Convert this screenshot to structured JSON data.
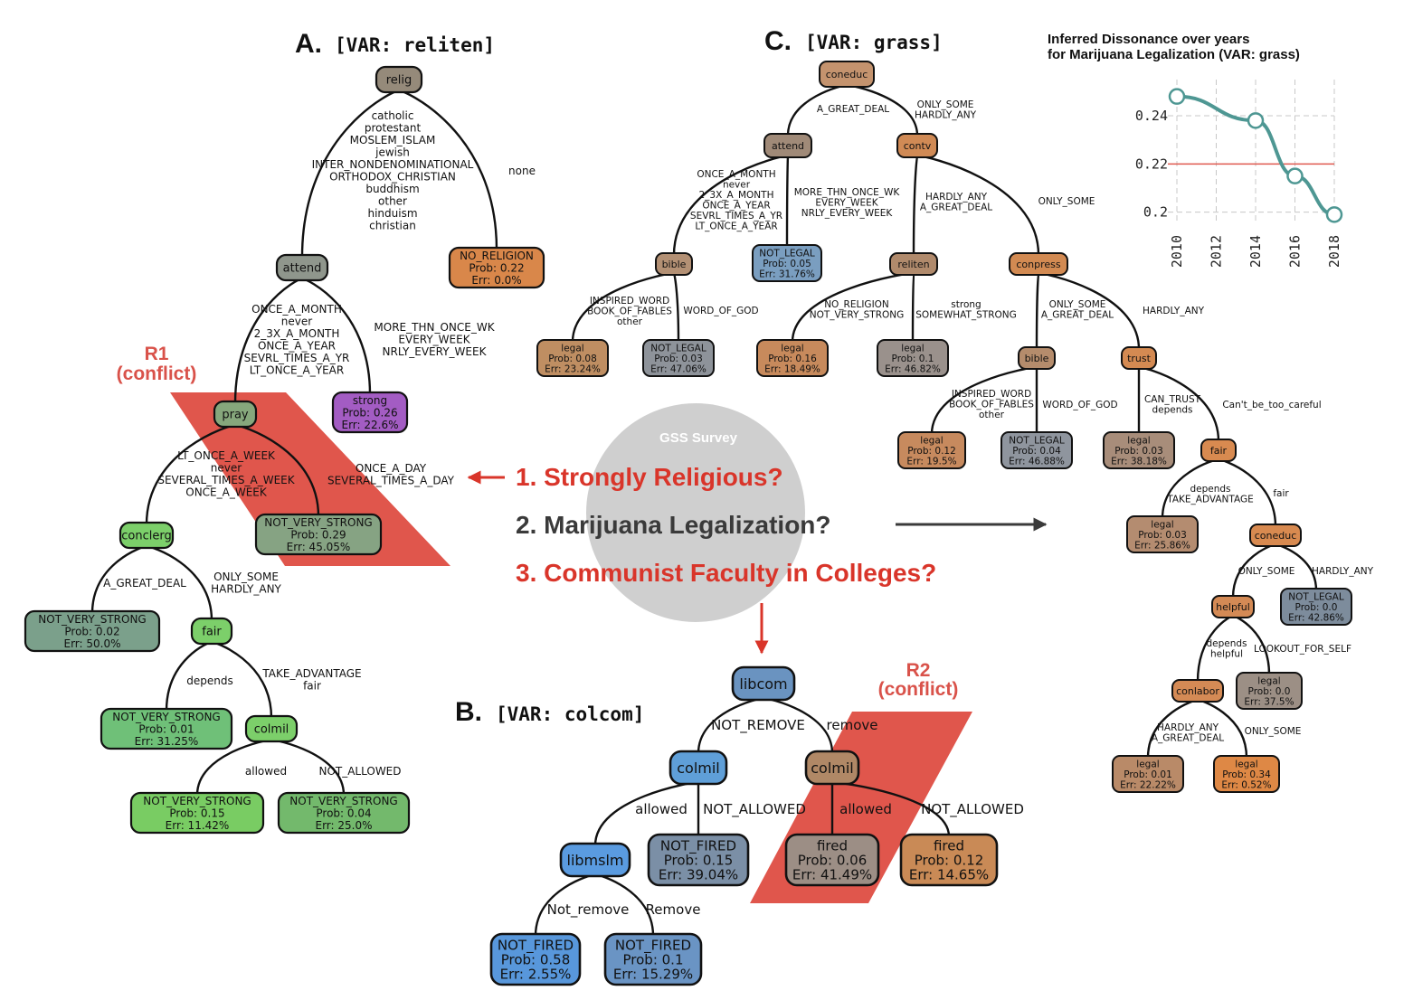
{
  "panels": {
    "A": {
      "letter": "A.",
      "var": "[VAR: reliten]"
    },
    "B": {
      "letter": "B.",
      "var": "[VAR: colcom]"
    },
    "C": {
      "letter": "C.",
      "var": "[VAR: grass]"
    }
  },
  "center": {
    "label": "GSS Survey",
    "questions": [
      {
        "text": "1. Strongly Religious?",
        "color": "#d9352a"
      },
      {
        "text": "2. Marijuana Legalization?",
        "color": "#3a3a3a"
      },
      {
        "text": "3. Communist Faculty in Colleges?",
        "color": "#d9352a"
      }
    ]
  },
  "conflicts": {
    "R1": {
      "title": "R1",
      "sub": "(conflict)"
    },
    "R2": {
      "title": "R2",
      "sub": "(conflict)"
    }
  },
  "colors": {
    "conflict_fill": "#e0564c",
    "arrow_red": "#d9352a",
    "arrow_dark": "#3a3a3a",
    "center_circle": "#cfcfcf",
    "chart_line": "#4e9793",
    "chart_ref": "#e05a50"
  },
  "treeA": {
    "nodes": [
      {
        "id": "a_relig",
        "lines": [
          "relig"
        ],
        "fill": "#958a7a"
      },
      {
        "id": "a_attend",
        "lines": [
          "attend"
        ],
        "fill": "#8f968c"
      },
      {
        "id": "a_norel",
        "lines": [
          "NO_RELIGION",
          "Prob: 0.22",
          "Err: 0.0%"
        ],
        "fill": "#d9874a"
      },
      {
        "id": "a_pray",
        "lines": [
          "pray"
        ],
        "fill": "#86a77c"
      },
      {
        "id": "a_strong",
        "lines": [
          "strong",
          "Prob: 0.26",
          "Err: 22.6%"
        ],
        "fill": "#a35cc3"
      },
      {
        "id": "a_nvs1",
        "lines": [
          "NOT_VERY_STRONG",
          "Prob: 0.29",
          "Err: 45.05%"
        ],
        "fill": "#86a383"
      },
      {
        "id": "a_conclerg",
        "lines": [
          "conclerg"
        ],
        "fill": "#7ccf6a"
      },
      {
        "id": "a_nvs2",
        "lines": [
          "NOT_VERY_STRONG",
          "Prob: 0.02",
          "Err: 50.0%"
        ],
        "fill": "#7ba08b"
      },
      {
        "id": "a_fair",
        "lines": [
          "fair"
        ],
        "fill": "#7ccf6a"
      },
      {
        "id": "a_nvs3",
        "lines": [
          "NOT_VERY_STRONG",
          "Prob: 0.01",
          "Err: 31.25%"
        ],
        "fill": "#6fc078"
      },
      {
        "id": "a_colmil",
        "lines": [
          "colmil"
        ],
        "fill": "#7ccf6a"
      },
      {
        "id": "a_nvs4",
        "lines": [
          "NOT_VERY_STRONG",
          "Prob: 0.15",
          "Err: 11.42%"
        ],
        "fill": "#79cc63"
      },
      {
        "id": "a_nvs5",
        "lines": [
          "NOT_VERY_STRONG",
          "Prob: 0.04",
          "Err: 25.0%"
        ],
        "fill": "#73b96c"
      }
    ],
    "edges": [
      {
        "id": "a_e1",
        "lines": [
          "catholic",
          "protestant",
          "MOSLEM_ISLAM",
          "jewish",
          "INTER_NONDENOMINATIONAL",
          "ORTHODOX_CHRISTIAN",
          "buddhism",
          "other",
          "hinduism",
          "christian"
        ]
      },
      {
        "id": "a_e2",
        "lines": [
          "none"
        ]
      },
      {
        "id": "a_e3",
        "lines": [
          "ONCE_A_MONTH",
          "never",
          "2_3X_A_MONTH",
          "ONCE_A_YEAR",
          "SEVRL_TIMES_A_YR",
          "LT_ONCE_A_YEAR"
        ]
      },
      {
        "id": "a_e4",
        "lines": [
          "MORE_THN_ONCE_WK",
          "EVERY_WEEK",
          "NRLY_EVERY_WEEK"
        ]
      },
      {
        "id": "a_e5",
        "lines": [
          "LT_ONCE_A_WEEK",
          "never",
          "SEVERAL_TIMES_A_WEEK",
          "ONCE_A_WEEK"
        ]
      },
      {
        "id": "a_e6",
        "lines": [
          "ONCE_A_DAY",
          "SEVERAL_TIMES_A_DAY"
        ]
      },
      {
        "id": "a_e7",
        "lines": [
          "A_GREAT_DEAL"
        ]
      },
      {
        "id": "a_e8",
        "lines": [
          "ONLY_SOME",
          "HARDLY_ANY"
        ]
      },
      {
        "id": "a_e9",
        "lines": [
          "depends"
        ]
      },
      {
        "id": "a_e10",
        "lines": [
          "TAKE_ADVANTAGE",
          "fair"
        ]
      },
      {
        "id": "a_e11",
        "lines": [
          "allowed"
        ]
      },
      {
        "id": "a_e12",
        "lines": [
          "NOT_ALLOWED"
        ]
      }
    ]
  },
  "treeB": {
    "nodes": [
      {
        "id": "b_libcom",
        "lines": [
          "libcom"
        ],
        "fill": "#6a93c0"
      },
      {
        "id": "b_colmil1",
        "lines": [
          "colmil"
        ],
        "fill": "#5f9fd8"
      },
      {
        "id": "b_colmil2",
        "lines": [
          "colmil"
        ],
        "fill": "#b08866"
      },
      {
        "id": "b_libmslm",
        "lines": [
          "libmslm"
        ],
        "fill": "#5a9be0"
      },
      {
        "id": "b_nf1",
        "lines": [
          "NOT_FIRED",
          "Prob: 0.15",
          "Err: 39.04%"
        ],
        "fill": "#7b8fa6"
      },
      {
        "id": "b_fired1",
        "lines": [
          "fired",
          "Prob: 0.06",
          "Err: 41.49%"
        ],
        "fill": "#9c8e85"
      },
      {
        "id": "b_fired2",
        "lines": [
          "fired",
          "Prob: 0.12",
          "Err: 14.65%"
        ],
        "fill": "#c98a56"
      },
      {
        "id": "b_nf2",
        "lines": [
          "NOT_FIRED",
          "Prob: 0.58",
          "Err: 2.55%"
        ],
        "fill": "#5897db"
      },
      {
        "id": "b_nf3",
        "lines": [
          "NOT_FIRED",
          "Prob: 0.1",
          "Err: 15.29%"
        ],
        "fill": "#6a94c4"
      }
    ],
    "edges": [
      {
        "id": "b_e1",
        "lines": [
          "NOT_REMOVE"
        ]
      },
      {
        "id": "b_e2",
        "lines": [
          "remove"
        ]
      },
      {
        "id": "b_e3",
        "lines": [
          "allowed"
        ]
      },
      {
        "id": "b_e4",
        "lines": [
          "NOT_ALLOWED"
        ]
      },
      {
        "id": "b_e5",
        "lines": [
          "allowed"
        ]
      },
      {
        "id": "b_e6",
        "lines": [
          "NOT_ALLOWED"
        ]
      },
      {
        "id": "b_e7",
        "lines": [
          "Not_remove"
        ]
      },
      {
        "id": "b_e8",
        "lines": [
          "Remove"
        ]
      }
    ]
  },
  "treeC": {
    "nodes": [
      {
        "id": "c_coneduc",
        "lines": [
          "coneduc"
        ],
        "fill": "#c4936e"
      },
      {
        "id": "c_attend",
        "lines": [
          "attend"
        ],
        "fill": "#a08a78"
      },
      {
        "id": "c_contv",
        "lines": [
          "contv"
        ],
        "fill": "#d08a55"
      },
      {
        "id": "c_bible1",
        "lines": [
          "bible"
        ],
        "fill": "#b39074"
      },
      {
        "id": "c_notlegal1",
        "lines": [
          "NOT_LEGAL",
          "Prob: 0.05",
          "Err: 31.76%"
        ],
        "fill": "#7a9ec0"
      },
      {
        "id": "c_reliten",
        "lines": [
          "reliten"
        ],
        "fill": "#b08a6c"
      },
      {
        "id": "c_conpress",
        "lines": [
          "conpress"
        ],
        "fill": "#d28a52"
      },
      {
        "id": "c_legal1",
        "lines": [
          "legal",
          "Prob: 0.08",
          "Err: 23.24%"
        ],
        "fill": "#bf8e62"
      },
      {
        "id": "c_notlegal2",
        "lines": [
          "NOT_LEGAL",
          "Prob: 0.03",
          "Err: 47.06%"
        ],
        "fill": "#8e939a"
      },
      {
        "id": "c_legal2",
        "lines": [
          "legal",
          "Prob: 0.16",
          "Err: 18.49%"
        ],
        "fill": "#c78a5c"
      },
      {
        "id": "c_legal3",
        "lines": [
          "legal",
          "Prob: 0.1",
          "Err: 46.82%"
        ],
        "fill": "#9a918c"
      },
      {
        "id": "c_bible2",
        "lines": [
          "bible"
        ],
        "fill": "#b58c6c"
      },
      {
        "id": "c_trust",
        "lines": [
          "trust"
        ],
        "fill": "#d48a52"
      },
      {
        "id": "c_legal4",
        "lines": [
          "legal",
          "Prob: 0.12",
          "Err: 19.5%"
        ],
        "fill": "#c78a5e"
      },
      {
        "id": "c_notlegal3",
        "lines": [
          "NOT_LEGAL",
          "Prob: 0.04",
          "Err: 46.88%"
        ],
        "fill": "#8f959e"
      },
      {
        "id": "c_legal5",
        "lines": [
          "legal",
          "Prob: 0.03",
          "Err: 38.18%"
        ],
        "fill": "#a88d7a"
      },
      {
        "id": "c_fair",
        "lines": [
          "fair"
        ],
        "fill": "#d88a50"
      },
      {
        "id": "c_legal6",
        "lines": [
          "legal",
          "Prob: 0.03",
          "Err: 25.86%"
        ],
        "fill": "#b48c70"
      },
      {
        "id": "c_coneduc2",
        "lines": [
          "coneduc"
        ],
        "fill": "#d88a50"
      },
      {
        "id": "c_helpful",
        "lines": [
          "helpful"
        ],
        "fill": "#d48a55"
      },
      {
        "id": "c_notlegal4",
        "lines": [
          "NOT_LEGAL",
          "Prob: 0.0",
          "Err: 42.86%"
        ],
        "fill": "#7d8c9c"
      },
      {
        "id": "c_conlabor",
        "lines": [
          "conlabor"
        ],
        "fill": "#d48a55"
      },
      {
        "id": "c_legal7",
        "lines": [
          "legal",
          "Prob: 0.0",
          "Err: 37.5%"
        ],
        "fill": "#9c8f85"
      },
      {
        "id": "c_legal8",
        "lines": [
          "legal",
          "Prob: 0.01",
          "Err: 22.22%"
        ],
        "fill": "#b98a68"
      },
      {
        "id": "c_legal9",
        "lines": [
          "legal",
          "Prob: 0.34",
          "Err: 0.52%"
        ],
        "fill": "#de8845"
      }
    ],
    "edges": [
      {
        "id": "c_e1",
        "lines": [
          "A_GREAT_DEAL"
        ]
      },
      {
        "id": "c_e2",
        "lines": [
          "ONLY_SOME",
          "HARDLY_ANY"
        ]
      },
      {
        "id": "c_e3",
        "lines": [
          "ONCE_A_MONTH",
          "never",
          "2_3X_A_MONTH",
          "ONCE_A_YEAR",
          "SEVRL_TIMES_A_YR",
          "LT_ONCE_A_YEAR"
        ]
      },
      {
        "id": "c_e4",
        "lines": [
          "MORE_THN_ONCE_WK",
          "EVERY_WEEK",
          "NRLY_EVERY_WEEK"
        ]
      },
      {
        "id": "c_e5",
        "lines": [
          "HARDLY_ANY",
          "A_GREAT_DEAL"
        ]
      },
      {
        "id": "c_e6",
        "lines": [
          "ONLY_SOME"
        ]
      },
      {
        "id": "c_e7",
        "lines": [
          "INSPIRED_WORD",
          "BOOK_OF_FABLES",
          "other"
        ]
      },
      {
        "id": "c_e8",
        "lines": [
          "WORD_OF_GOD"
        ]
      },
      {
        "id": "c_e9",
        "lines": [
          "NO_RELIGION",
          "NOT_VERY_STRONG"
        ]
      },
      {
        "id": "c_e10",
        "lines": [
          "strong",
          "SOMEWHAT_STRONG"
        ]
      },
      {
        "id": "c_e11",
        "lines": [
          "ONLY_SOME",
          "A_GREAT_DEAL"
        ]
      },
      {
        "id": "c_e12",
        "lines": [
          "HARDLY_ANY"
        ]
      },
      {
        "id": "c_e13",
        "lines": [
          "INSPIRED_WORD",
          "BOOK_OF_FABLES",
          "other"
        ]
      },
      {
        "id": "c_e14",
        "lines": [
          "WORD_OF_GOD"
        ]
      },
      {
        "id": "c_e15",
        "lines": [
          "CAN_TRUST",
          "depends"
        ]
      },
      {
        "id": "c_e16",
        "lines": [
          "Can't_be_too_careful"
        ]
      },
      {
        "id": "c_e17",
        "lines": [
          "depends",
          "TAKE_ADVANTAGE"
        ]
      },
      {
        "id": "c_e18",
        "lines": [
          "fair"
        ]
      },
      {
        "id": "c_e19",
        "lines": [
          "ONLY_SOME"
        ]
      },
      {
        "id": "c_e20",
        "lines": [
          "HARDLY_ANY"
        ]
      },
      {
        "id": "c_e21",
        "lines": [
          "depends",
          "helpful"
        ]
      },
      {
        "id": "c_e22",
        "lines": [
          "LOOKOUT_FOR_SELF"
        ]
      },
      {
        "id": "c_e23",
        "lines": [
          "HARDLY_ANY",
          "A_GREAT_DEAL"
        ]
      },
      {
        "id": "c_e24",
        "lines": [
          "ONLY_SOME"
        ]
      }
    ]
  },
  "chart_data": {
    "type": "line",
    "title": "Inferred Dissonance over years",
    "subtitle": "for Marijuana Legalization (VAR: grass)",
    "x": [
      2010,
      2014,
      2016,
      2018
    ],
    "series": [
      {
        "values": [
          0.248,
          0.238,
          0.215,
          0.199
        ]
      }
    ],
    "reference_line": 0.22,
    "xticks": [
      "2010",
      "2012",
      "2014",
      "2016",
      "2018"
    ],
    "yticks": [
      "0.2",
      "0.22",
      "0.24"
    ],
    "xlim": [
      2010,
      2018
    ],
    "ylim": [
      0.195,
      0.255
    ],
    "grid": true
  }
}
